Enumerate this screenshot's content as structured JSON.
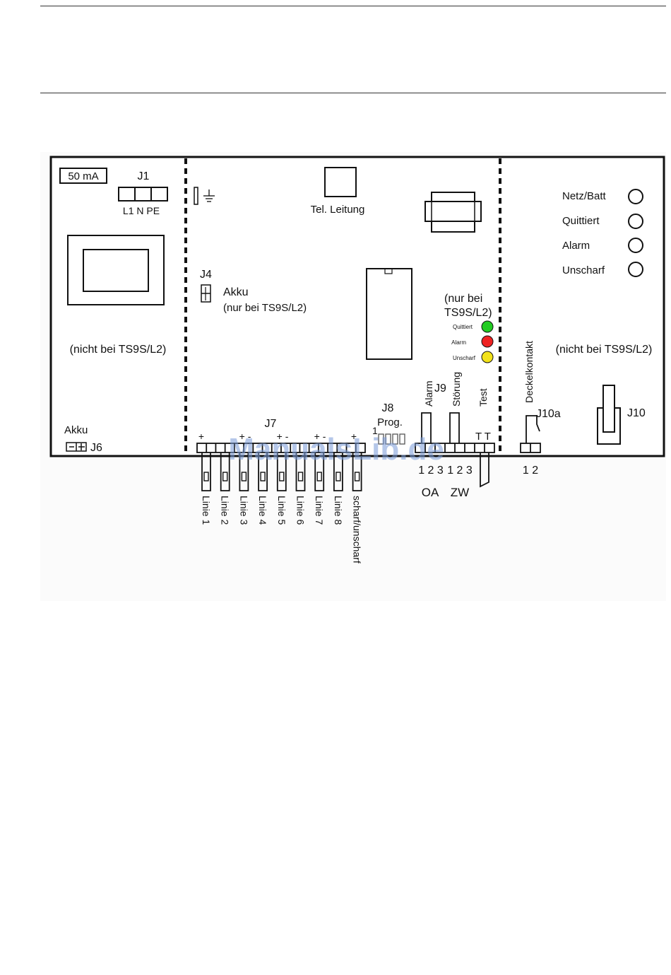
{
  "fuse_label": "50 mA",
  "j1": {
    "name": "J1",
    "pins": "L1 N PE"
  },
  "tel": "Tel. Leitung",
  "j4": {
    "name": "J4",
    "akku": "Akku",
    "note": "(nur bei TS9S/L2)"
  },
  "nicht_left": "(nicht bei TS9S/L2)",
  "nicht_right": "(nicht bei TS9S/L2)",
  "nur_bei_1": "(nur bei",
  "nur_bei_2": "TS9S/L2)",
  "leds": [
    {
      "label": "Quittiert",
      "color": "#22cc22"
    },
    {
      "label": "Alarm",
      "color": "#ee2222"
    },
    {
      "label": "Unscharf",
      "color": "#f2e21a"
    }
  ],
  "indicators": [
    "Netz/Batt",
    "Quittiert",
    "Alarm",
    "Unscharf"
  ],
  "akku_j6": {
    "akku": "Akku",
    "name": "J6"
  },
  "j7": {
    "name": "J7"
  },
  "j8": {
    "name": "J8",
    "prog": "Prog.",
    "pin1": "1"
  },
  "j9": {
    "name": "J9",
    "alarm": "Alarm",
    "stoerung": "Störung",
    "test": "Test"
  },
  "tt": "T T",
  "oa_nums": "1 2 3",
  "zw_nums": "1 2 3",
  "oa": "OA",
  "zw": "ZW",
  "j10a": {
    "name": "J10a",
    "deckel": "Deckelkontakt",
    "nums": "1 2"
  },
  "j10": {
    "name": "J10"
  },
  "polarity": [
    "+",
    "+ -",
    "+ -",
    "+ -",
    "+"
  ],
  "lines": [
    "Linie 1",
    "Linie 2",
    "Linie 3",
    "Linie 4",
    "Linie 5",
    "Linie 6",
    "Linie 7",
    "Linie 8",
    "scharf/unscharf"
  ],
  "watermark": "ManualsLib.de"
}
